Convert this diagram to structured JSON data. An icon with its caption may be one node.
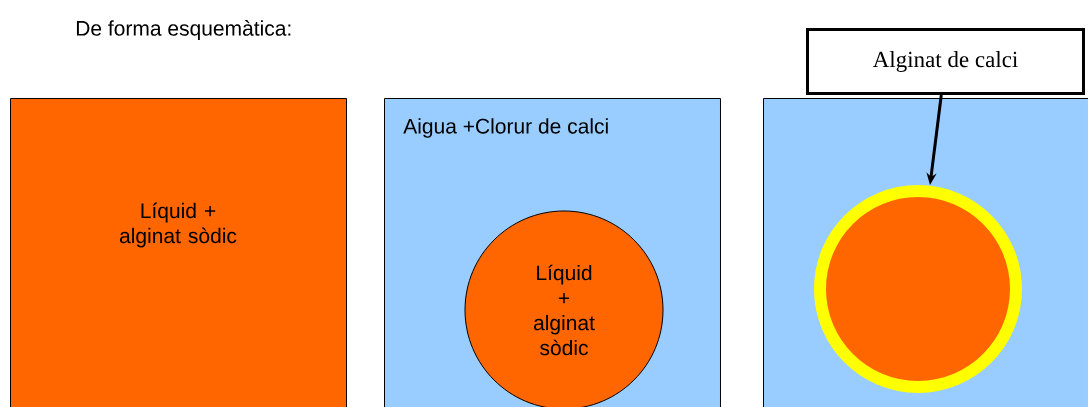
{
  "diagram": {
    "nodes": [
      {
        "text": [
          "Líquid + alginat sòdic"
        ]
      },
      {
        "text": [
          "Aigua +Clorur de calci"
        ]
      },
      {
        "text": [
          "Líquid + alginat sòdic"
        ],
        "in": 1
      },
      {
        "text": [],
        "shape": "box"
      },
      {
        "text": [],
        "shape": "circle",
        "in": 3
      },
      {
        "text": [
          "Alginat de calci"
        ]
      }
    ],
    "edges": [
      {
        "from": 5,
        "to": 4,
        "arrow": "to"
      }
    ],
    "labels": [
      "De forma esquemàtica:"
    ]
  }
}
